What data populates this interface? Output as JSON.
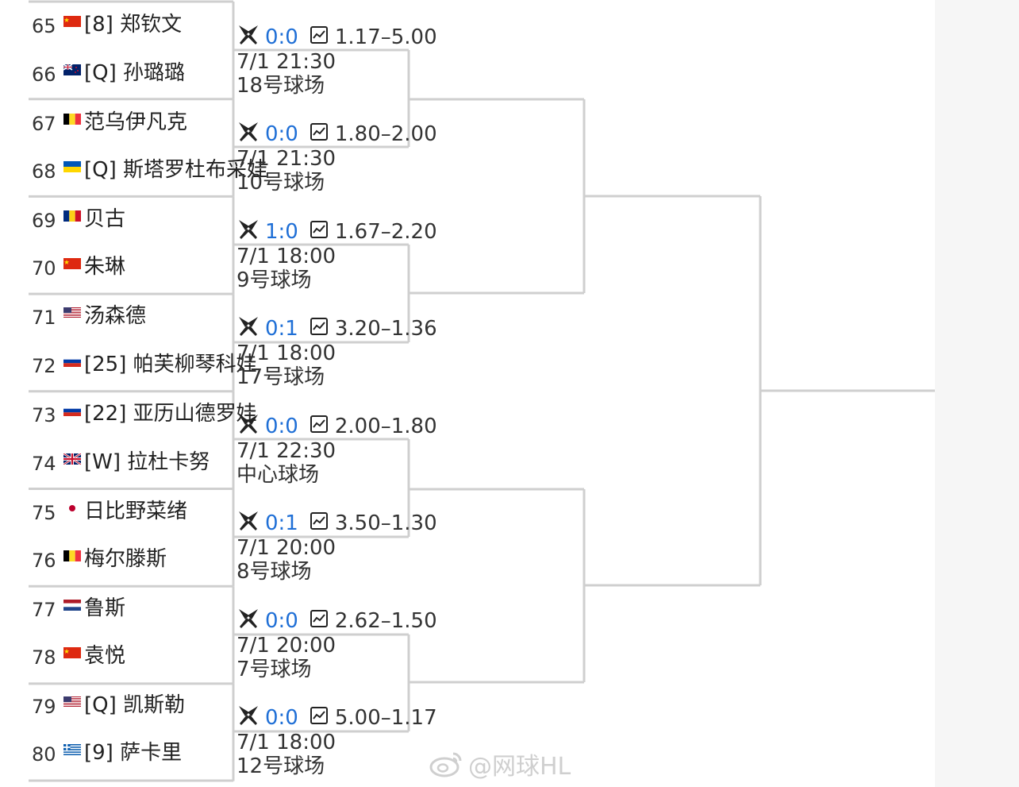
{
  "players": [
    {
      "num": "65",
      "name": "[8] 郑钦文",
      "flag": "cn"
    },
    {
      "num": "66",
      "name": "[Q] 孙璐璐",
      "flag": "nz"
    },
    {
      "num": "67",
      "name": " 范乌伊凡克",
      "flag": "be"
    },
    {
      "num": "68",
      "name": "[Q] 斯塔罗杜布采娃",
      "flag": "ua"
    },
    {
      "num": "69",
      "name": " 贝古",
      "flag": "ro"
    },
    {
      "num": "70",
      "name": " 朱琳",
      "flag": "cn"
    },
    {
      "num": "71",
      "name": " 汤森德",
      "flag": "us"
    },
    {
      "num": "72",
      "name": "[25] 帕芙柳琴科娃",
      "flag": "ru"
    },
    {
      "num": "73",
      "name": "[22] 亚历山德罗娃",
      "flag": "ru"
    },
    {
      "num": "74",
      "name": "[W] 拉杜卡努",
      "flag": "gb"
    },
    {
      "num": "75",
      "name": " 日比野菜绪",
      "flag": "jp"
    },
    {
      "num": "76",
      "name": " 梅尔滕斯",
      "flag": "be"
    },
    {
      "num": "77",
      "name": " 鲁斯",
      "flag": "nl"
    },
    {
      "num": "78",
      "name": " 袁悦",
      "flag": "cn"
    },
    {
      "num": "79",
      "name": "[Q] 凯斯勒",
      "flag": "us"
    },
    {
      "num": "80",
      "name": "[9] 萨卡里",
      "flag": "gr"
    }
  ],
  "matches": [
    {
      "score": "0:0",
      "odds": "1.17–5.00",
      "time": "7/1 21:30",
      "court": "18号球场"
    },
    {
      "score": "0:0",
      "odds": "1.80–2.00",
      "time": "7/1 21:30",
      "court": "10号球场"
    },
    {
      "score": "1:0",
      "odds": "1.67–2.20",
      "time": "7/1 18:00",
      "court": "9号球场"
    },
    {
      "score": "0:1",
      "odds": "3.20–1.36",
      "time": "7/1 18:00",
      "court": "17号球场"
    },
    {
      "score": "0:0",
      "odds": "2.00–1.80",
      "time": "7/1 22:30",
      "court": "中心球场"
    },
    {
      "score": "0:1",
      "odds": "3.50–1.30",
      "time": "7/1 20:00",
      "court": "8号球场"
    },
    {
      "score": "0:0",
      "odds": "2.62–1.50",
      "time": "7/1 20:00",
      "court": "7号球场"
    },
    {
      "score": "0:0",
      "odds": "5.00–1.17",
      "time": "7/1 18:00",
      "court": "12号球场"
    }
  ],
  "icons": {
    "match": "crossed-rackets-icon",
    "odds": "line-chart-icon",
    "watermark": "weibo-icon"
  },
  "colors": {
    "score": "#1f6fd6",
    "line": "#cfcfcf"
  },
  "watermark": {
    "text": "@网球HL"
  }
}
